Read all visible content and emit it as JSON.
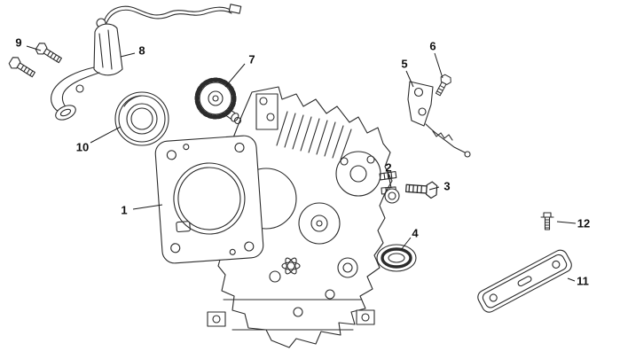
{
  "diagram": {
    "type": "exploded-parts-diagram",
    "background_color": "#ffffff",
    "line_color": "#2b2b2b",
    "callouts": [
      {
        "label": "1",
        "part": "crankcase"
      },
      {
        "label": "2",
        "part": "sealing-washer"
      },
      {
        "label": "3",
        "part": "drain-bolt"
      },
      {
        "label": "4",
        "part": "oil-seal"
      },
      {
        "label": "5",
        "part": "governor-bracket"
      },
      {
        "label": "6",
        "part": "pivot-bolt"
      },
      {
        "label": "7",
        "part": "timing-gear"
      },
      {
        "label": "8",
        "part": "ignition-coil-assembly"
      },
      {
        "label": "9",
        "part": "flange-bolts"
      },
      {
        "label": "10",
        "part": "ball-bearing"
      },
      {
        "label": "11",
        "part": "mounting-plate"
      },
      {
        "label": "12",
        "part": "flange-screw"
      }
    ]
  }
}
